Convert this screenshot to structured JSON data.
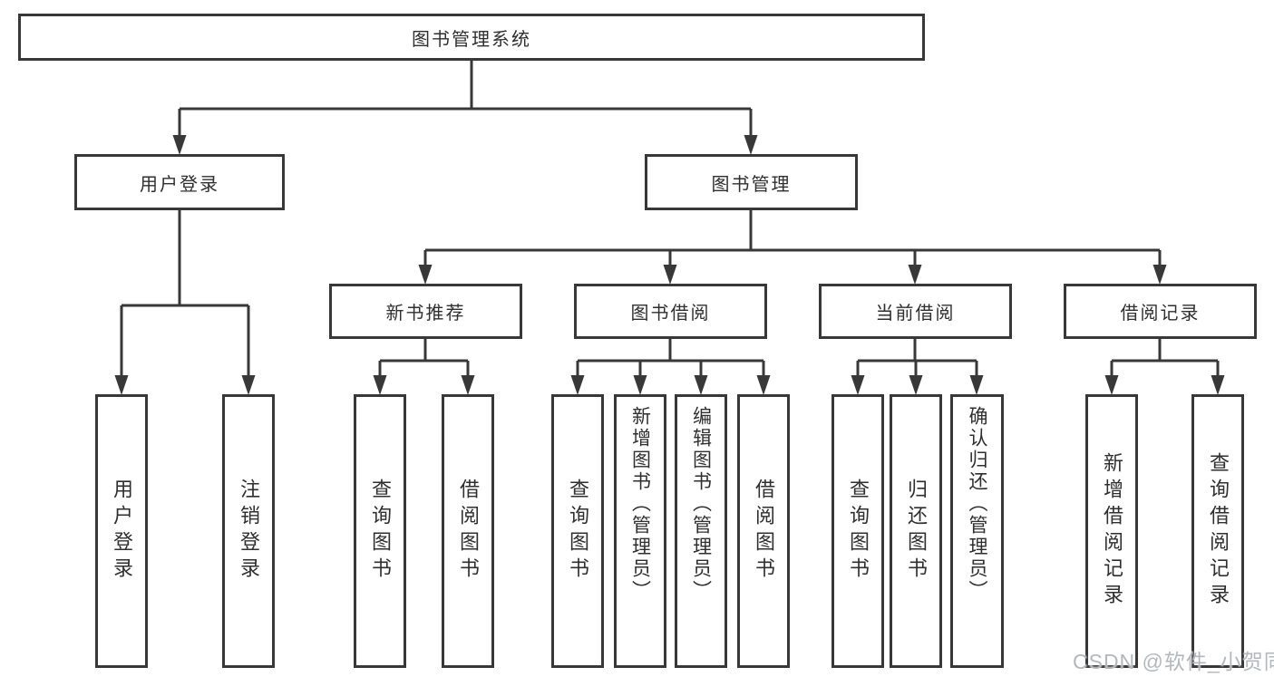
{
  "nodes": {
    "root": {
      "label": "图书管理系统"
    },
    "user_login": {
      "label": "用户登录"
    },
    "book_mgmt": {
      "label": "图书管理"
    },
    "new_book_rec": {
      "label": "新书推荐"
    },
    "book_borrow": {
      "label": "图书借阅"
    },
    "current_borrow": {
      "label": "当前借阅"
    },
    "borrow_record": {
      "label": "借阅记录"
    },
    "user_login_leaf": {
      "label": "用户登录"
    },
    "logout_leaf": {
      "label": "注销登录"
    },
    "query_book_rec": {
      "label": "查询图书"
    },
    "borrow_book_rec": {
      "label": "借阅图书"
    },
    "query_book_borrow": {
      "label": "查询图书"
    },
    "add_book_admin": {
      "label": "新增图书（管理员）"
    },
    "edit_book_admin": {
      "label": "编辑图书（管理员）"
    },
    "borrow_book_borrow": {
      "label": "借阅图书"
    },
    "query_book_current": {
      "label": "查询图书"
    },
    "return_book": {
      "label": "归还图书"
    },
    "confirm_return_admin": {
      "label": "确认归还（管理员）"
    },
    "add_borrow_record": {
      "label": "新增借阅记录"
    },
    "query_borrow_record": {
      "label": "查询借阅记录"
    }
  },
  "edges": [
    {
      "from": "图书管理系统",
      "to": [
        "用户登录",
        "图书管理"
      ]
    },
    {
      "from": "用户登录",
      "to": [
        "用户登录",
        "注销登录"
      ]
    },
    {
      "from": "图书管理",
      "to": [
        "新书推荐",
        "图书借阅",
        "当前借阅",
        "借阅记录"
      ]
    },
    {
      "from": "新书推荐",
      "to": [
        "查询图书",
        "借阅图书"
      ]
    },
    {
      "from": "图书借阅",
      "to": [
        "查询图书",
        "新增图书（管理员）",
        "编辑图书（管理员）",
        "借阅图书"
      ]
    },
    {
      "from": "当前借阅",
      "to": [
        "查询图书",
        "归还图书",
        "确认归还（管理员）"
      ]
    },
    {
      "from": "借阅记录",
      "to": [
        "新增借阅记录",
        "查询借阅记录"
      ]
    }
  ],
  "watermark": {
    "text": "CSDN @软件_小贺同学"
  },
  "colors": {
    "line": "#383838",
    "text": "#2f2f2f",
    "background": "#ffffff",
    "watermark": "#b3b8bd"
  }
}
